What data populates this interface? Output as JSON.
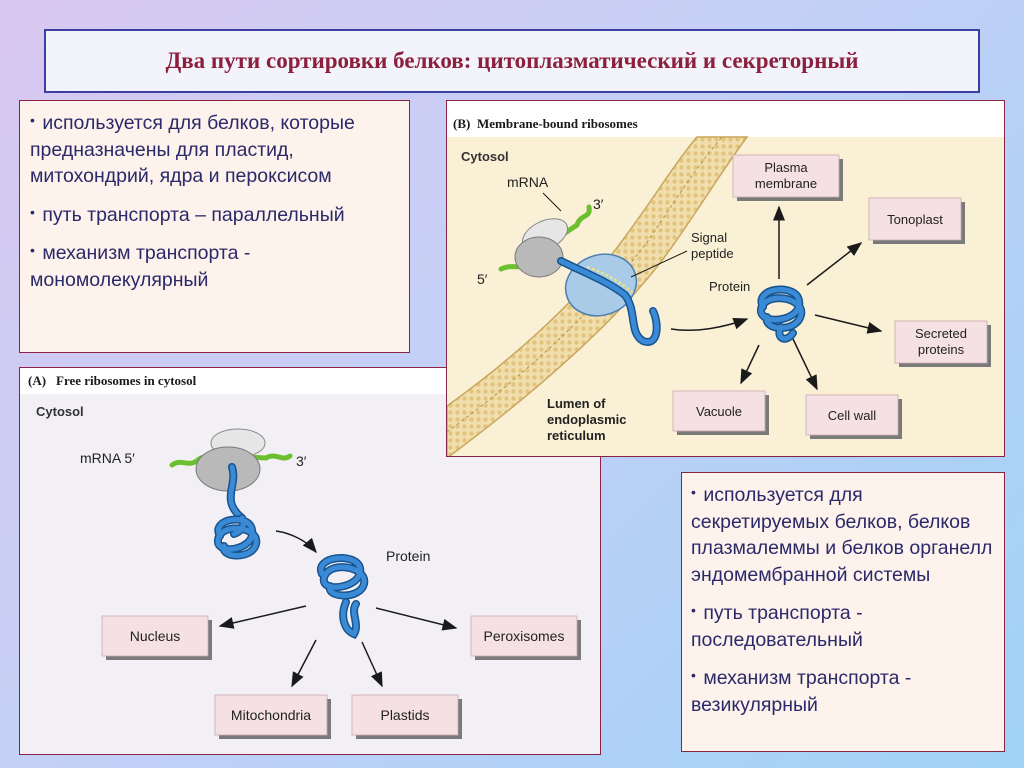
{
  "slide": {
    "title": "Два пути сортировки белков: цитоплазматический и секреторный"
  },
  "left_note": {
    "bullets": [
      "используется  для белков, которые предназначены для пластид, митохондрий, ядра и пероксисом",
      "путь транспорта – параллельный",
      "механизм транспорта - мономолекулярный"
    ]
  },
  "right_note": {
    "bullets": [
      "используется для секретируемых белков, белков плазмалеммы и белков органелл эндомембранной системы",
      "путь транспорта - последовательный",
      "механизм транспорта - везикулярный"
    ]
  },
  "figure_a": {
    "panel_letter": "(A)",
    "heading": "Free ribosomes in cytosol",
    "cytosol_label": "Cytosol",
    "mrna_label": "mRNA 5′",
    "three_prime": "3′",
    "protein_label": "Protein",
    "destinations": [
      "Nucleus",
      "Peroxisomes",
      "Mitochondria",
      "Plastids"
    ]
  },
  "figure_b": {
    "panel_letter": "(B)",
    "heading": "Membrane-bound ribosomes",
    "cytosol_label": "Cytosol",
    "mrna_label": "mRNA",
    "three_prime": "3′",
    "five_prime": "5′",
    "signal_peptide_line1": "Signal",
    "signal_peptide_line2": "peptide",
    "protein_label": "Protein",
    "lumen_line1": "Lumen of",
    "lumen_line2": "endoplasmic",
    "lumen_line3": "reticulum",
    "plasma_membrane_line1": "Plasma",
    "plasma_membrane_line2": "membrane",
    "tonoplast": "Tonoplast",
    "secreted_line1": "Secreted",
    "secreted_line2": "proteins",
    "vacuole": "Vacuole",
    "cell_wall": "Cell wall"
  },
  "colors": {
    "title_text": "#8c1f3c",
    "note_text": "#2a2a6a",
    "note_bg": "#fdf2ec",
    "frame_border": "#8b2347",
    "protein_blue": "#2f7fd0",
    "mrna_green": "#6cbf2e",
    "box_fill": "#f5e0e3",
    "membrane_fill": "#f0deae",
    "figure_b_bg": "#faf0d6"
  }
}
